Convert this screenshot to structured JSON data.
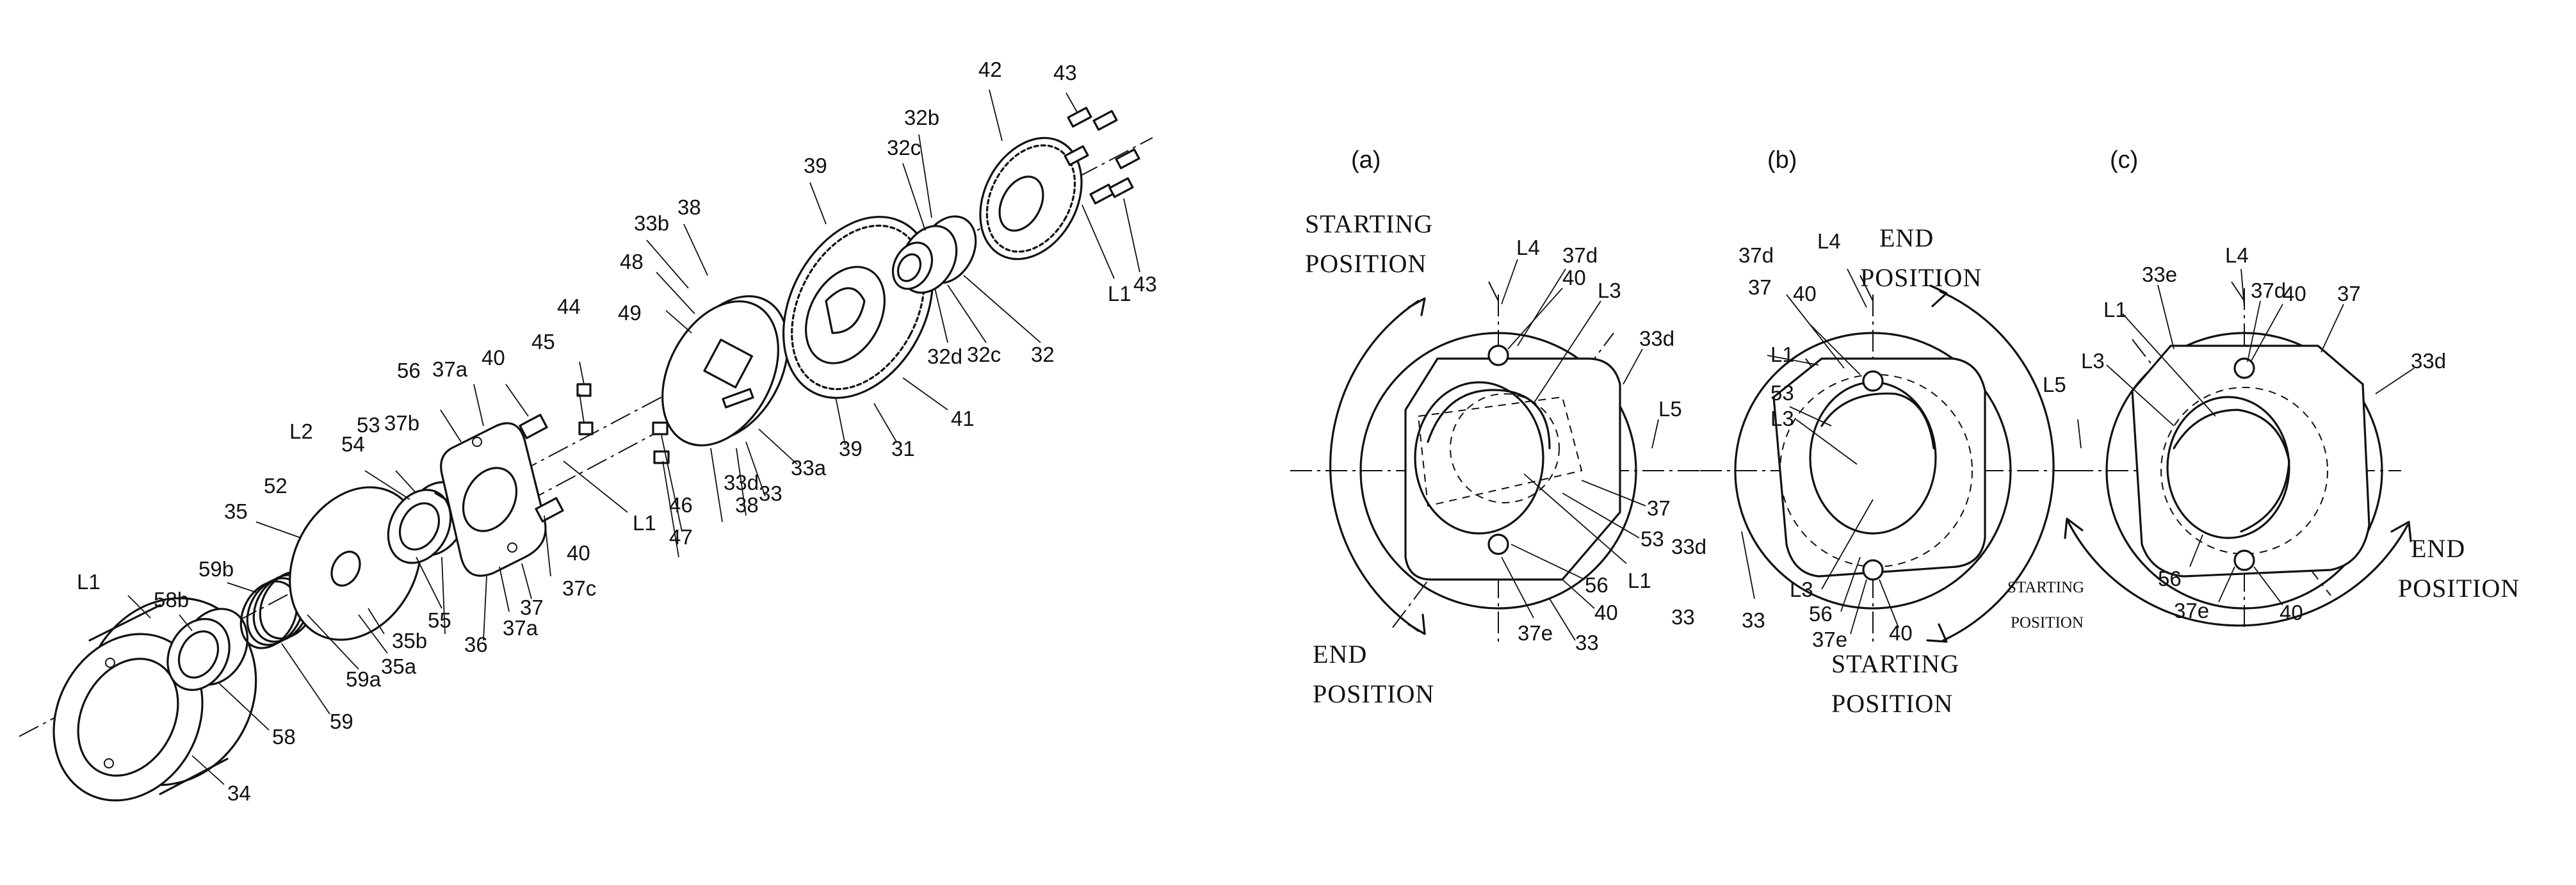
{
  "panels": {
    "a": "(a)",
    "b": "(b)",
    "c": "(c)"
  },
  "terms": {
    "starting": "STARTING",
    "end": "END",
    "position": "POSITION"
  },
  "exploded": {
    "l1_top": "L1",
    "l1_mid": "L1",
    "l1_left": "L1",
    "l2": "L2",
    "n31": "31",
    "n32": "32",
    "n32b": "32b",
    "n32c_top": "32c",
    "n32c_bot": "32c",
    "n32d": "32d",
    "n33": "33",
    "n33a": "33a",
    "n33b": "33b",
    "n33d": "33d",
    "n34": "34",
    "n35": "35",
    "n35a": "35a",
    "n35b": "35b",
    "n36": "36",
    "n37_bot": "37",
    "n37a_top": "37a",
    "n37a_bot": "37a",
    "n37b": "37b",
    "n37c": "37c",
    "n38_top": "38",
    "n38_bot": "38",
    "n39_top": "39",
    "n39_bot": "39",
    "n40_top": "40",
    "n40_bot": "40",
    "n41": "41",
    "n42": "42",
    "n43_top": "43",
    "n43_right": "43",
    "n44": "44",
    "n45": "45",
    "n46": "46",
    "n47": "47",
    "n48": "48",
    "n49": "49",
    "n52": "52",
    "n53": "53",
    "n54": "54",
    "n55": "55",
    "n56": "56",
    "n58": "58",
    "n58b": "58b",
    "n59": "59",
    "n59a": "59a",
    "n59b": "59b"
  },
  "view_a": {
    "l4": "L4",
    "n37d": "37d",
    "n40_top": "40",
    "l3": "L3",
    "n33d_top": "33d",
    "l5": "L5",
    "n37": "37",
    "n53": "53",
    "l1": "L1",
    "n56": "56",
    "n40_bot": "40",
    "n37e": "37e",
    "n33_bot": "33",
    "n33d_side": "33d",
    "n33_side": "33"
  },
  "view_b": {
    "n37d": "37d",
    "l4": "L4",
    "n37": "37",
    "n40_top": "40",
    "l1": "L1",
    "n53": "53",
    "l3": "L3",
    "n56": "56",
    "n37e": "37e",
    "n40_bot": "40",
    "n33": "33"
  },
  "view_c": {
    "n33e": "33e",
    "l4": "L4",
    "n37d": "37d",
    "n40_top": "40",
    "n37": "37",
    "l1": "L1",
    "l3": "L3",
    "n33d": "33d",
    "l5": "L5",
    "n56": "56",
    "n37e": "37e",
    "n40_bot": "40"
  }
}
